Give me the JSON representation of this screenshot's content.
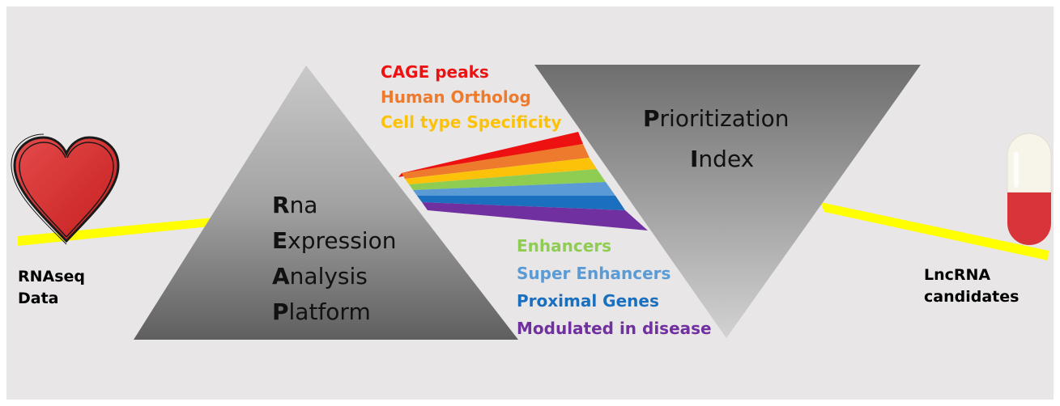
{
  "input": {
    "line1": "RNAseq",
    "line2": "Data"
  },
  "output": {
    "line1": "LncRNA",
    "line2": "candidates"
  },
  "platform": {
    "lines": [
      {
        "initial": "R",
        "rest": "na"
      },
      {
        "initial": "E",
        "rest": "xpression"
      },
      {
        "initial": "A",
        "rest": "nalysis"
      },
      {
        "initial": "P",
        "rest": "latform"
      }
    ]
  },
  "index": {
    "lines": [
      {
        "initial": "P",
        "rest": "rioritization"
      },
      {
        "initial": "I",
        "rest": "ndex"
      }
    ]
  },
  "features_top": [
    {
      "label": "CAGE peaks",
      "color": "#ee1111"
    },
    {
      "label": "Human Ortholog",
      "color": "#ee7b2d"
    },
    {
      "label": "Cell type Specificity",
      "color": "#fcc20a"
    }
  ],
  "features_bottom": [
    {
      "label": "Enhancers",
      "color": "#8ecd52"
    },
    {
      "label": "Super Enhancers",
      "color": "#5b9bd5"
    },
    {
      "label": "Proximal Genes",
      "color": "#1a6fbe"
    },
    {
      "label": "Modulated in disease",
      "color": "#7030a0"
    }
  ],
  "colors": {
    "beam": "#ffff00",
    "background": "#e8e6e6"
  }
}
